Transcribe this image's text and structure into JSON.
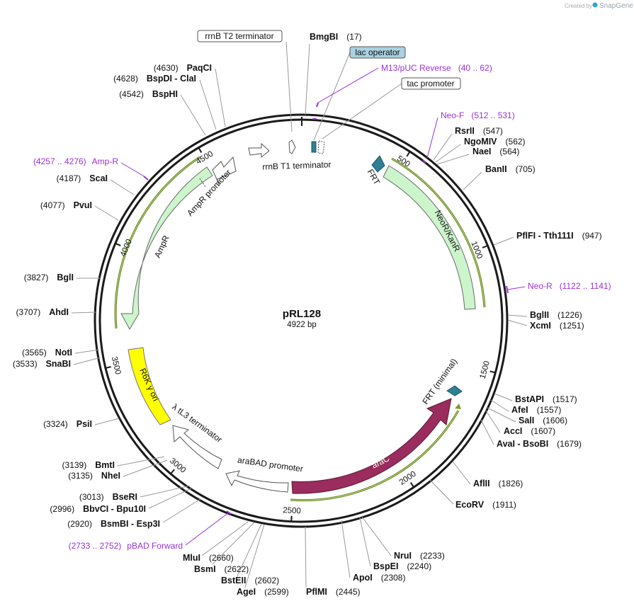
{
  "watermark": {
    "created_by": "Created by",
    "brand": "SnapGene"
  },
  "plasmid": {
    "name": "pRL128",
    "length_text": "4922 bp",
    "length": 4922
  },
  "ticks": [
    "500",
    "1000",
    "1500",
    "2000",
    "2500",
    "3000",
    "3500",
    "4000",
    "4500"
  ],
  "sites": [
    {
      "name": "BmgBI",
      "pos": "(17)"
    },
    {
      "name": "RsrII",
      "pos": "(547)"
    },
    {
      "name": "NgoMIV",
      "pos": "(562)"
    },
    {
      "name": "NaeI",
      "pos": "(564)"
    },
    {
      "name": "BanII",
      "pos": "(705)"
    },
    {
      "name": "PflFI  -  Tth111I",
      "pos": "(947)"
    },
    {
      "name": "BglII",
      "pos": "(1226)"
    },
    {
      "name": "XcmI",
      "pos": "(1251)"
    },
    {
      "name": "BstAPI",
      "pos": "(1517)"
    },
    {
      "name": "AfeI",
      "pos": "(1557)"
    },
    {
      "name": "SalI",
      "pos": "(1606)"
    },
    {
      "name": "AccI",
      "pos": "(1607)"
    },
    {
      "name": "AvaI  -  BsoBI",
      "pos": "(1679)"
    },
    {
      "name": "AflII",
      "pos": "(1826)"
    },
    {
      "name": "EcoRV",
      "pos": "(1911)"
    },
    {
      "name": "NruI",
      "pos": "(2233)"
    },
    {
      "name": "BspEI",
      "pos": "(2240)"
    },
    {
      "name": "ApoI",
      "pos": "(2308)"
    },
    {
      "name": "PflMI",
      "pos": "(2445)"
    },
    {
      "name": "AgeI",
      "pos": "(2599)"
    },
    {
      "name": "BstEII",
      "pos": "(2602)"
    },
    {
      "name": "BsmI",
      "pos": "(2622)"
    },
    {
      "name": "MluI",
      "pos": "(2660)"
    },
    {
      "name": "BsmBI  -  Esp3I",
      "pos": "(2920)"
    },
    {
      "name": "BbvCI  -  Bpu10I",
      "pos": "(2996)"
    },
    {
      "name": "BseRI",
      "pos": "(3013)"
    },
    {
      "name": "NheI",
      "pos": "(3135)"
    },
    {
      "name": "BmtI",
      "pos": "(3139)"
    },
    {
      "name": "PsiI",
      "pos": "(3324)"
    },
    {
      "name": "SnaBI",
      "pos": "(3533)"
    },
    {
      "name": "NotI",
      "pos": "(3565)"
    },
    {
      "name": "AhdI",
      "pos": "(3707)"
    },
    {
      "name": "BglI",
      "pos": "(3827)"
    },
    {
      "name": "PvuI",
      "pos": "(4077)"
    },
    {
      "name": "ScaI",
      "pos": "(4187)"
    },
    {
      "name": "BspHI",
      "pos": "(4542)"
    },
    {
      "name": "BspDI  -  ClaI",
      "pos": "(4628)"
    },
    {
      "name": "PaqCI",
      "pos": "(4630)"
    }
  ],
  "primers": [
    {
      "name": "M13/pUC Reverse",
      "range": "(40 .. 62)"
    },
    {
      "name": "Neo-F",
      "range": "(512 .. 531)"
    },
    {
      "name": "Neo-R",
      "range": "(1122 .. 1141)"
    },
    {
      "name": "pBAD Forward",
      "range": "(2733 .. 2752)"
    },
    {
      "name": "Amp-R",
      "range": "(4257 .. 4276)"
    }
  ],
  "boxed_labels": {
    "rrnb_t2": "rrnB T2 terminator",
    "lac_operator": "lac operator",
    "tac_promoter": "tac promoter"
  },
  "features": {
    "rrnb_t1": "rrnB T1 terminator",
    "frt": "FRT",
    "neor": "NeoR/KanR",
    "ampr_promoter": "AmpR promoter",
    "ampr": "AmpR",
    "r6k": "R6K γ ori",
    "tl3": "λ tL3 terminator",
    "arabad": "araBAD promoter",
    "arac": "araC",
    "frt_min": "FRT (minimal)"
  },
  "colors": {
    "ring": "#1a1a1a",
    "cds_green": "#ccf5cc",
    "arac": "#9b2c5e",
    "ori_yellow": "#ffff00",
    "frt_teal": "#2f7f95",
    "primer": "#9b30d9",
    "lac_box": "#a9d1df"
  }
}
